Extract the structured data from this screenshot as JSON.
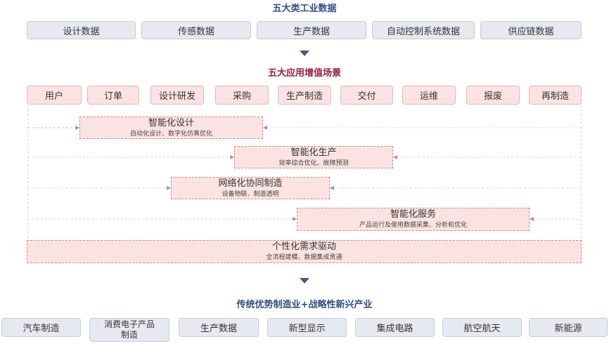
{
  "top": {
    "title": "五大类工业数据",
    "items": [
      "设计数据",
      "传感数据",
      "生产数据",
      "自动控制系统数据",
      "供应链数据"
    ]
  },
  "middle": {
    "title": "五大应用增值场景",
    "stages": [
      "用户",
      "订单",
      "设计研发",
      "采购",
      "生产制造",
      "交付",
      "运维",
      "报废",
      "再制造"
    ],
    "scenarios": [
      {
        "title": "智能化设计",
        "subtitle": "自动化设计、数字化仿真优化"
      },
      {
        "title": "智能化生产",
        "subtitle": "效率综合优化、故障预测"
      },
      {
        "title": "网络化协同制造",
        "subtitle": "设备物联、制造透明"
      },
      {
        "title": "智能化服务",
        "subtitle": "产品运行及使用数据采集、分析和优化"
      },
      {
        "title": "个性化需求驱动",
        "subtitle": "全流程建模、数据集成贯通"
      }
    ]
  },
  "bottom": {
    "title": "传统优势制造业+战略性新兴产业",
    "items": [
      "汽车制造",
      "消费电子产品\n制造",
      "生产数据",
      "新型显示",
      "集成电路",
      "航空航天",
      "新能源"
    ]
  },
  "colors": {
    "blue_title": "#2f4f86",
    "red_title": "#9c1f3a",
    "gray_box": "#e6e9ef",
    "pink_box": "#fbe3e3",
    "dashed_border": "#d9868b",
    "arrow": "#3f5a8f"
  }
}
